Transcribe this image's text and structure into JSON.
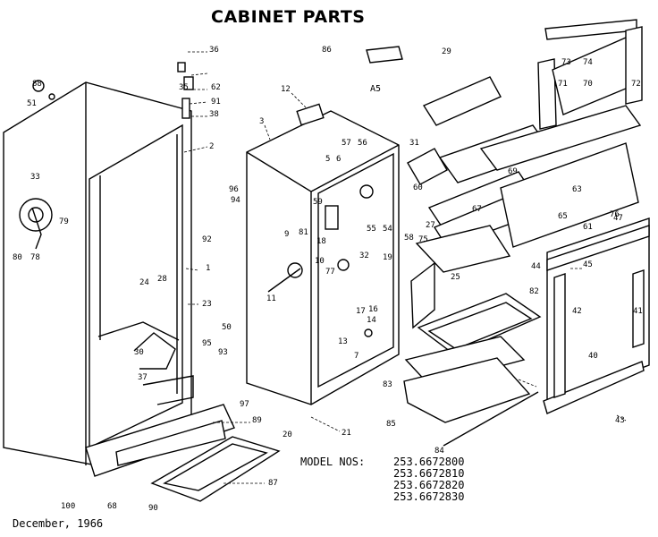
{
  "title": "CABINET PARTS",
  "section_mark": "A5",
  "model_label": "MODEL NOS:",
  "model_numbers": [
    "253.6672800",
    "253.6672810",
    "253.6672820",
    "253.6672830"
  ],
  "date": "December, 1966",
  "callouts": [
    "1",
    "2",
    "3",
    "5",
    "6",
    "7",
    "9",
    "10",
    "11",
    "12",
    "13",
    "14",
    "16",
    "17",
    "18",
    "19",
    "20",
    "21",
    "23",
    "24",
    "25",
    "27",
    "28",
    "29",
    "30",
    "31",
    "32",
    "33",
    "35",
    "36",
    "37",
    "38",
    "40",
    "41",
    "42",
    "43",
    "44",
    "45",
    "47",
    "50",
    "51",
    "54",
    "55",
    "56",
    "57",
    "58",
    "59",
    "60",
    "61",
    "62",
    "63",
    "65",
    "67",
    "68",
    "69",
    "70",
    "71",
    "72",
    "73",
    "74",
    "75",
    "76",
    "77",
    "78",
    "79",
    "80",
    "81",
    "82",
    "83",
    "84",
    "85",
    "86",
    "87",
    "88",
    "89",
    "90",
    "91",
    "92",
    "93",
    "94",
    "95",
    "96",
    "97",
    "100"
  ]
}
